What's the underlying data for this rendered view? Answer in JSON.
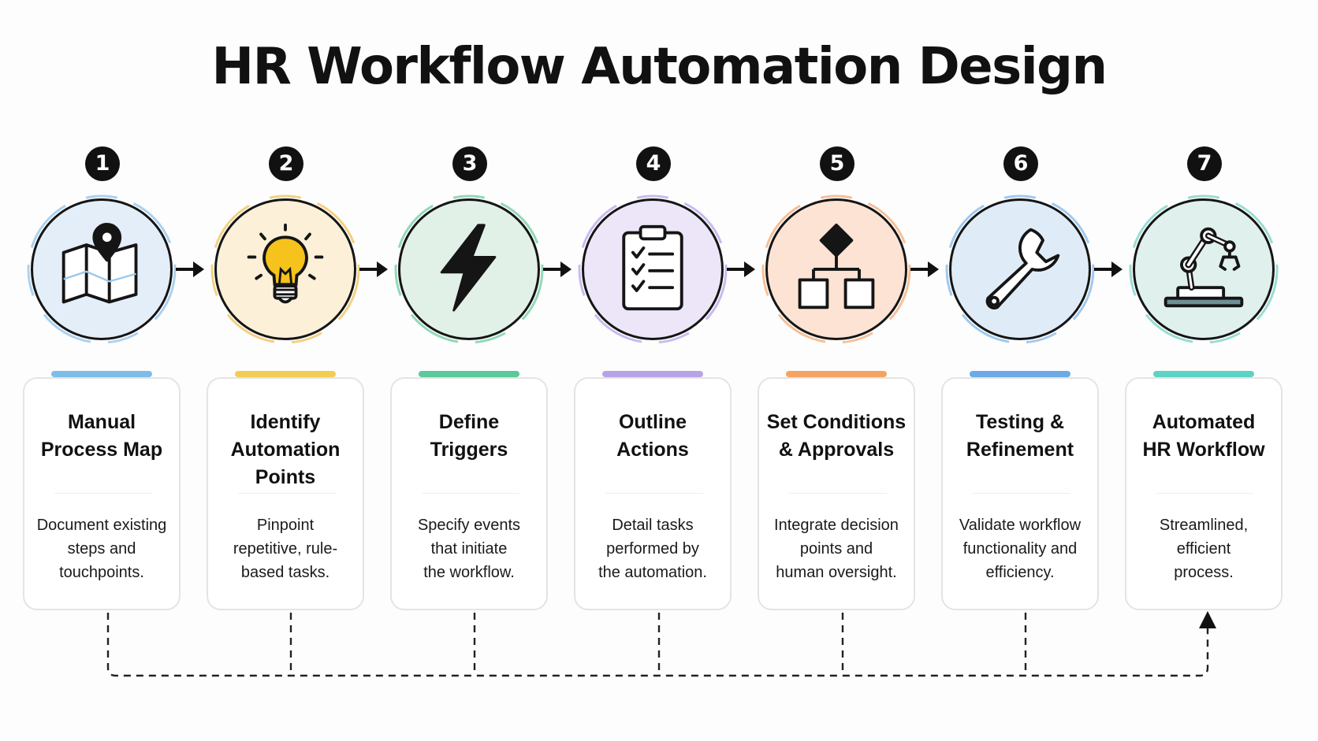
{
  "title": "HR Workflow Automation Design",
  "steps": [
    {
      "number": "1",
      "title": "Manual\nProcess Map",
      "description": "Document existing\nsteps and\ntouchpoints.",
      "icon": "map-pin-icon",
      "accent": "#7dbde9",
      "fill": "#e3eef9",
      "halo": "#9cc9ee"
    },
    {
      "number": "2",
      "title": "Identify\nAutomation\nPoints",
      "description": "Pinpoint\nrepetitive, rule-\nbased tasks.",
      "icon": "lightbulb-icon",
      "accent": "#f2cd52",
      "fill": "#fcf0d8",
      "halo": "#f2c86a"
    },
    {
      "number": "3",
      "title": "Define\nTriggers",
      "description": "Specify events\nthat initiate\nthe workflow.",
      "icon": "lightning-bolt-icon",
      "accent": "#5bc99a",
      "fill": "#e1f1e8",
      "halo": "#7fd2aa"
    },
    {
      "number": "4",
      "title": "Outline\nActions",
      "description": "Detail tasks\nperformed by\nthe automation.",
      "icon": "clipboard-checklist-icon",
      "accent": "#b8a3e8",
      "fill": "#ece6f8",
      "halo": "#bfaeee"
    },
    {
      "number": "5",
      "title": "Set Conditions\n& Approvals",
      "description": "Integrate decision\npoints and\nhuman oversight.",
      "icon": "decision-flowchart-icon",
      "accent": "#f4a460",
      "fill": "#fde3d3",
      "halo": "#f6b485"
    },
    {
      "number": "6",
      "title": "Testing &\nRefinement",
      "description": "Validate workflow\nfunctionality and\nefficiency.",
      "icon": "wrench-icon",
      "accent": "#6aabe6",
      "fill": "#dfecf8",
      "halo": "#8fbfec"
    },
    {
      "number": "7",
      "title": "Automated\nHR Workflow",
      "description": "Streamlined,\nefficient\nprocess.",
      "icon": "robotic-arm-icon",
      "accent": "#5cd3c4",
      "fill": "#e0f0ec",
      "halo": "#88d6cc"
    }
  ]
}
